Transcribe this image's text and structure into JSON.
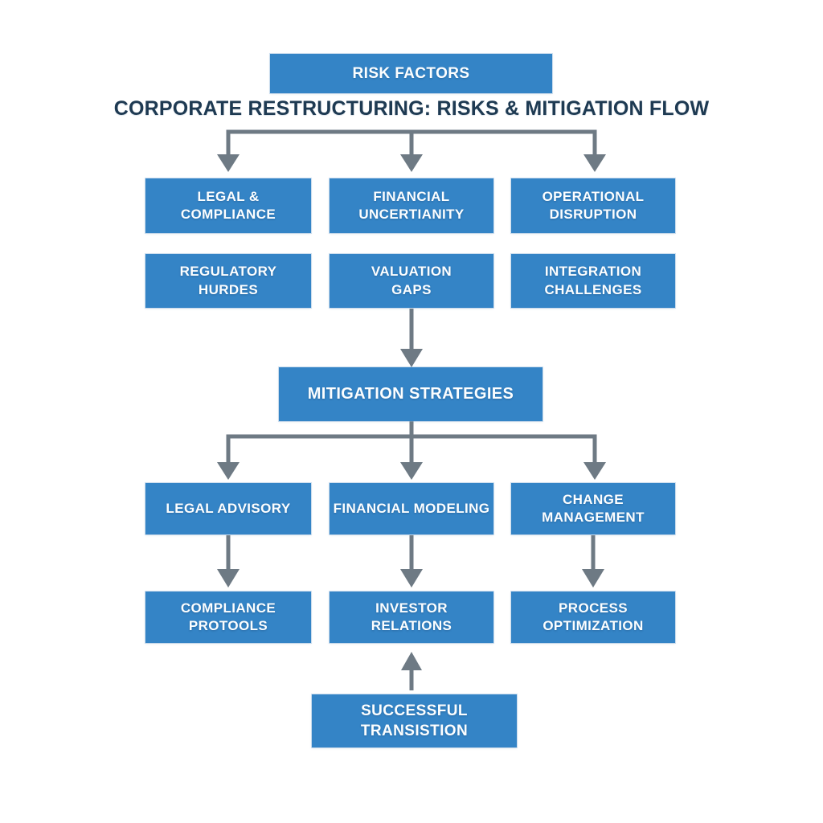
{
  "diagram": {
    "title": "CORPORATE RESTRUCTURING: RISKS & MITIGATION FLOW",
    "colors": {
      "node_fill": "#3484c6",
      "node_text": "#ffffff",
      "arrow": "#6e7a84",
      "title_text": "#1e3a52",
      "background": "#ffffff"
    },
    "nodes": {
      "risk_factors": {
        "label": "RISK FACTORS"
      },
      "legal_compliance": {
        "label": "LEGAL &\nCOMPLIANCE"
      },
      "financial_uncertainty": {
        "label": "FINANCIAL\nUNCERTIANITY"
      },
      "operational_disruption": {
        "label": "OPERATIONAL\nDISRUPTION"
      },
      "regulatory_hurdles": {
        "label": "REGULATORY\nHURDES"
      },
      "valuation_gaps": {
        "label": "VALUATION\nGAPS"
      },
      "integration_challenges": {
        "label": "INTEGRATION\nCHALLENGES"
      },
      "mitigation_strategies": {
        "label": "MITIGATION STRATEGIES"
      },
      "legal_advisory": {
        "label": "LEGAL ADVISORY"
      },
      "financial_modeling": {
        "label": "FINANCIAL MODELING"
      },
      "change_management": {
        "label": "CHANGE\nMANAGEMENT"
      },
      "compliance_protocols": {
        "label": "COMPLIANCE\nPROTOOLS"
      },
      "investor_relations": {
        "label": "INVESTOR\nRELATIONS"
      },
      "process_optimization": {
        "label": "PROCESS\nOPTIMIZATION"
      },
      "successful_transition": {
        "label": "SUCCESSFUL TRANSISTION"
      }
    }
  }
}
